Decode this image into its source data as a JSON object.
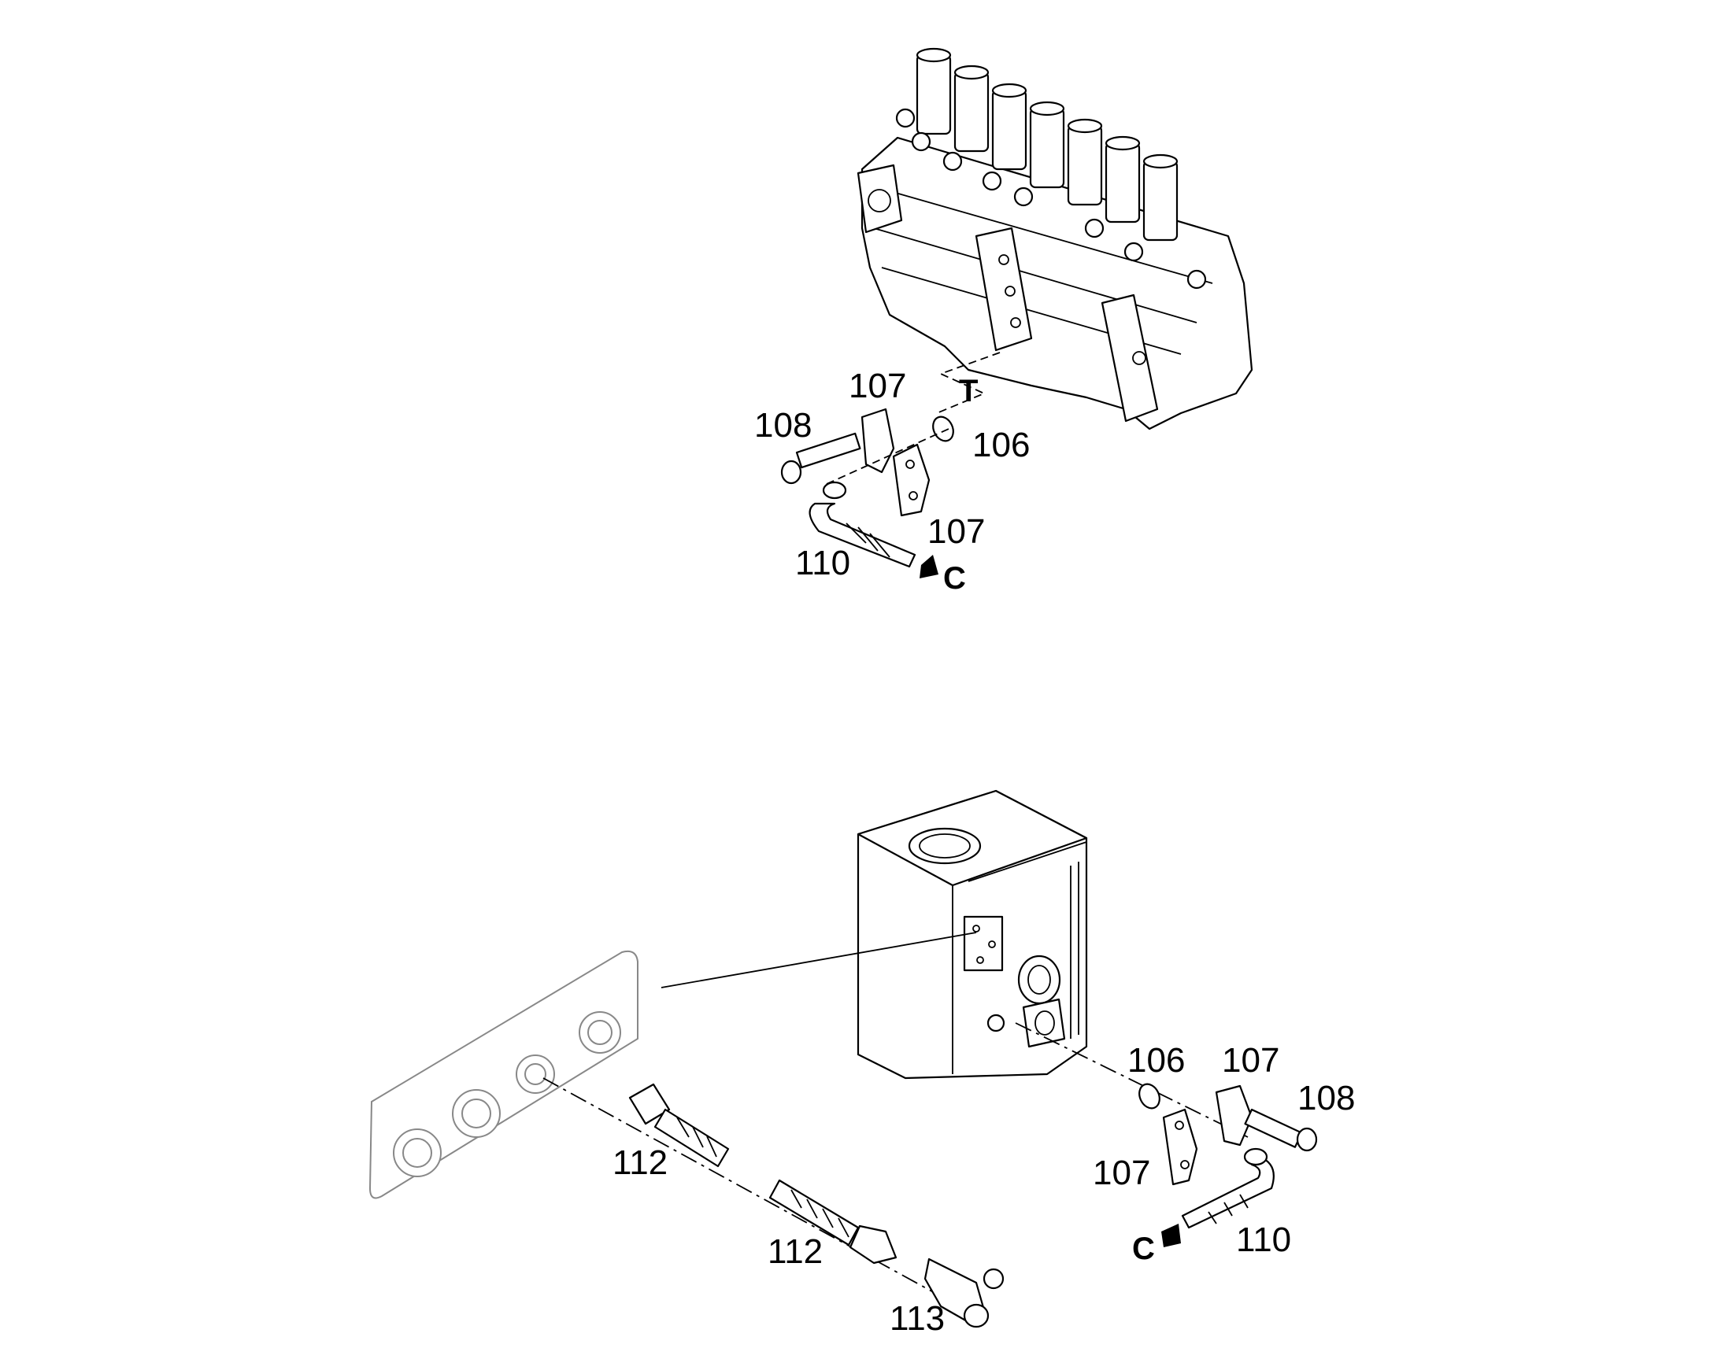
{
  "upper_assembly": {
    "labels": {
      "ring_106": "106",
      "flange_107_top": "107",
      "flange_107_bottom": "107",
      "screw_108": "108",
      "hose_110": "110",
      "port_T": "T",
      "arrow_C": "C"
    }
  },
  "lower_assembly": {
    "labels": {
      "ring_106": "106",
      "flange_107_top": "107",
      "flange_107_bottom": "107",
      "screw_108": "108",
      "hose_110": "110",
      "hose_112_a": "112",
      "hose_112_b": "112",
      "tee_113": "113",
      "arrow_C": "C"
    }
  }
}
